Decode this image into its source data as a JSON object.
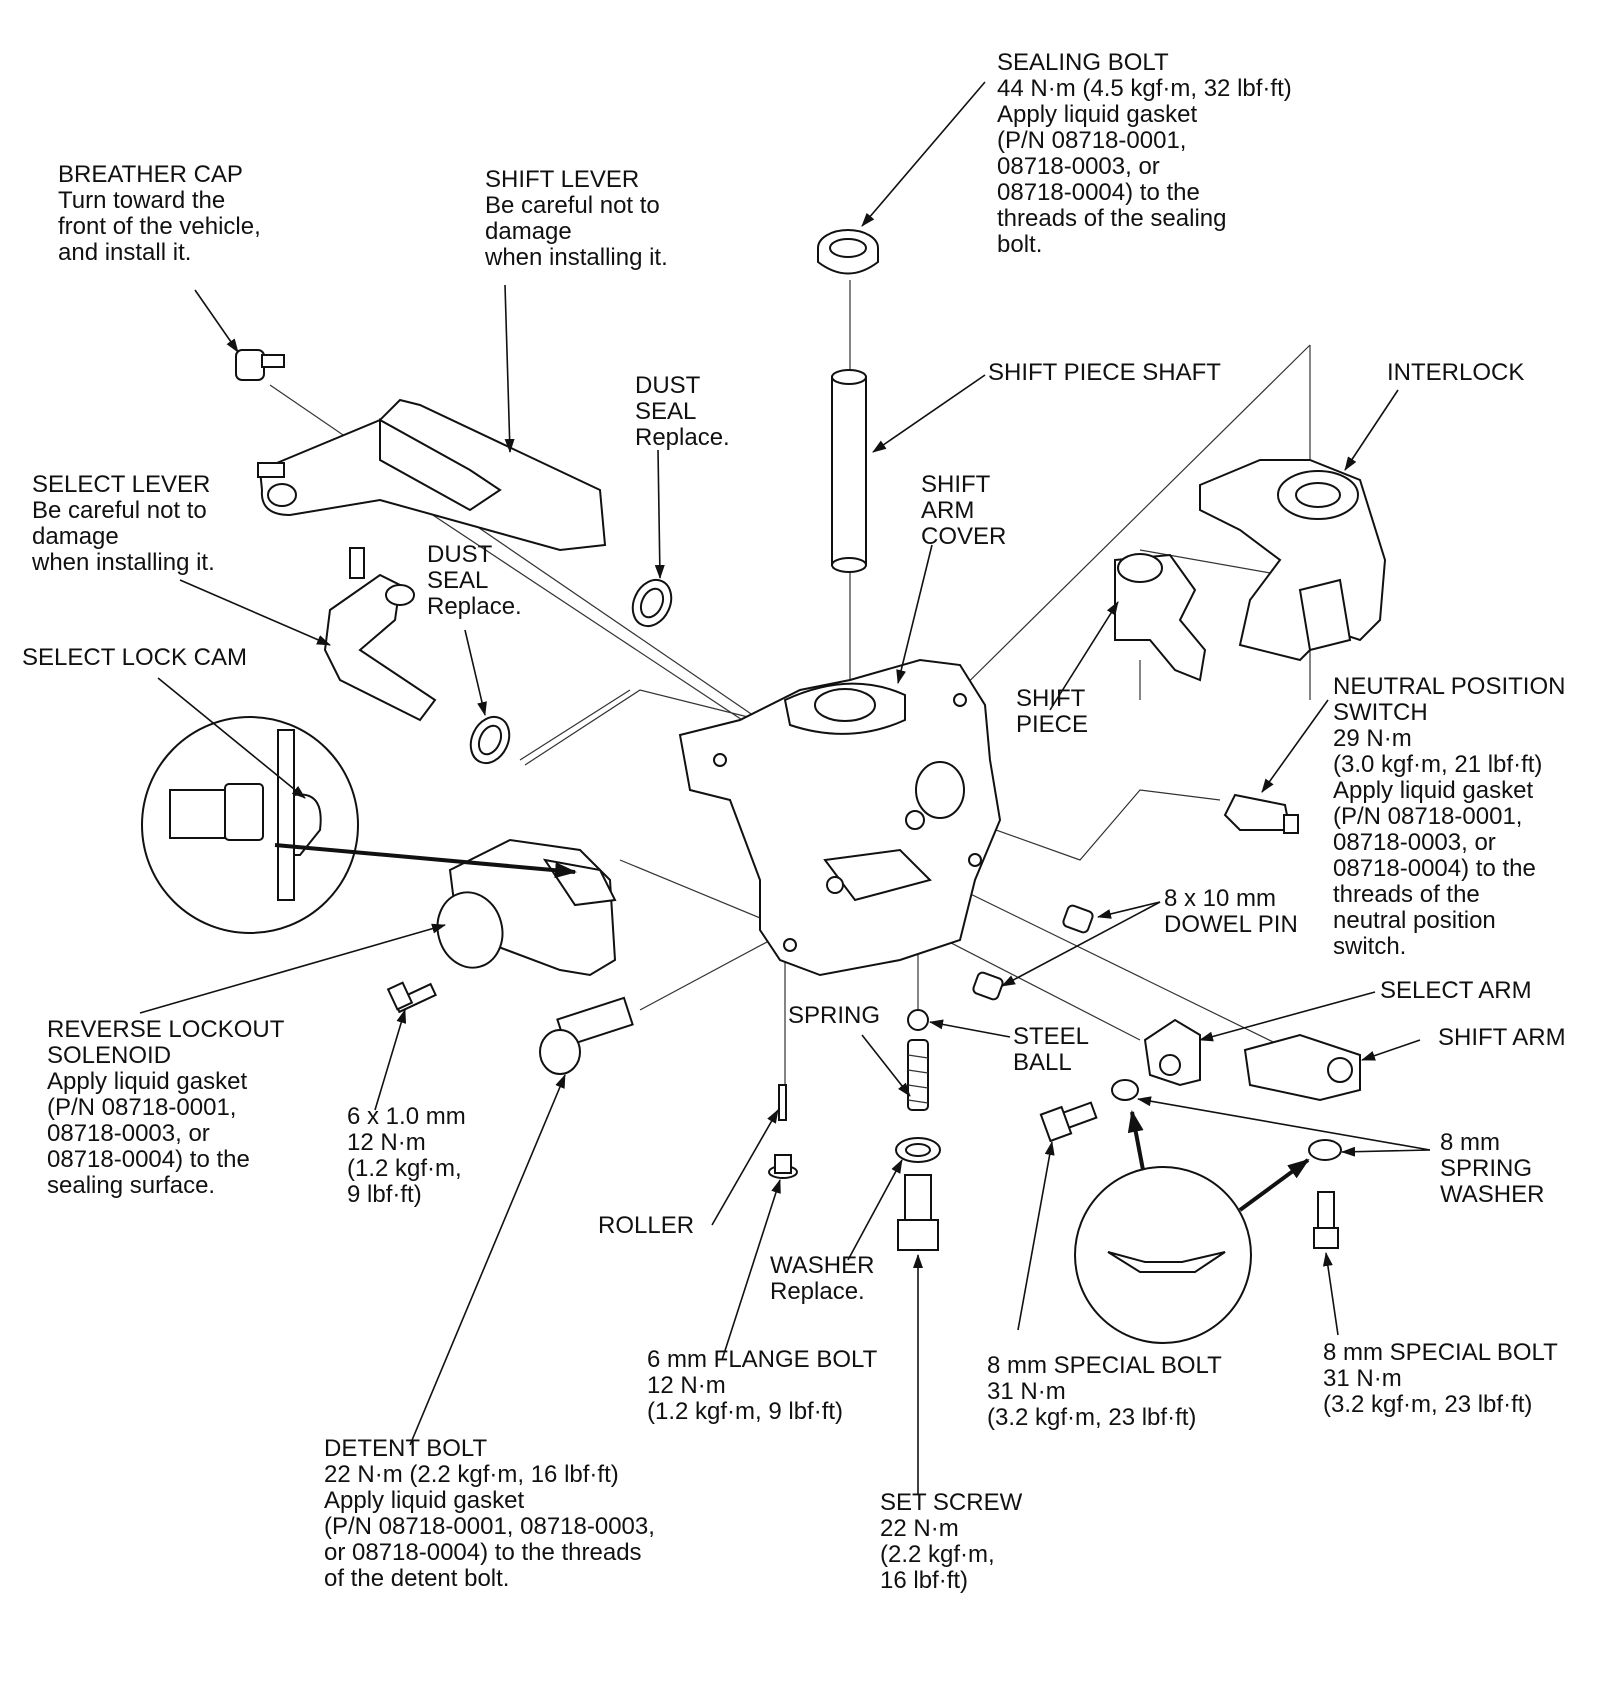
{
  "labels": {
    "sealing_bolt": [
      "SEALING BOLT",
      "44 N·m (4.5 kgf·m, 32 lbf·ft)",
      "Apply liquid gasket",
      "(P/N 08718-0001,",
      "08718-0003, or",
      "08718-0004) to the",
      "threads of the sealing",
      "bolt."
    ],
    "breather_cap": [
      "BREATHER CAP",
      "Turn toward the",
      "front of the vehicle,",
      " and install it."
    ],
    "shift_lever": [
      "SHIFT LEVER",
      "Be careful not to",
      "damage",
      "when installing it."
    ],
    "shift_piece_shaft": [
      "SHIFT PIECE SHAFT"
    ],
    "interlock": [
      "INTERLOCK"
    ],
    "dust_seal_1": [
      "DUST",
      "SEAL",
      "Replace."
    ],
    "select_lever": [
      "SELECT LEVER",
      "Be careful not to",
      "damage",
      "when installing it."
    ],
    "shift_arm_cover": [
      "SHIFT",
      "ARM",
      "COVER"
    ],
    "dust_seal_2": [
      "DUST",
      "SEAL",
      "Replace."
    ],
    "select_lock_cam": [
      "SELECT LOCK CAM"
    ],
    "shift_piece": [
      "SHIFT",
      "PIECE"
    ],
    "neutral_position_switch": [
      "NEUTRAL POSITION",
      "SWITCH",
      "29 N·m",
      "(3.0 kgf·m, 21 lbf·ft)",
      "Apply liquid gasket",
      "(P/N 08718-0001,",
      "08718-0003, or",
      "08718-0004) to the",
      "threads of the",
      "neutral position",
      "switch."
    ],
    "dowel_pin": [
      "8 x 10 mm",
      "DOWEL PIN"
    ],
    "select_arm": [
      "SELECT ARM"
    ],
    "shift_arm": [
      "SHIFT ARM"
    ],
    "spring": [
      "SPRING"
    ],
    "steel_ball": [
      "STEEL",
      "BALL"
    ],
    "reverse_lockout_solenoid": [
      "REVERSE LOCKOUT",
      "SOLENOID",
      "Apply liquid gasket",
      "(P/N 08718-0001,",
      "08718-0003, or",
      "08718-0004) to the",
      "sealing surface."
    ],
    "bolt_6x1": [
      "6 x 1.0 mm",
      "12 N·m",
      "(1.2 kgf·m,",
      "9 lbf·ft)"
    ],
    "spring_washer": [
      "8 mm",
      "SPRING",
      "WASHER"
    ],
    "roller": [
      "ROLLER"
    ],
    "washer": [
      "WASHER",
      "Replace."
    ],
    "flange_bolt": [
      "6 mm FLANGE BOLT",
      "12 N·m",
      "(1.2 kgf·m, 9 lbf·ft)"
    ],
    "special_bolt_1": [
      "8 mm SPECIAL BOLT",
      "31 N·m",
      "(3.2 kgf·m, 23 lbf·ft)"
    ],
    "special_bolt_2": [
      "8 mm SPECIAL BOLT",
      "31 N·m",
      "(3.2 kgf·m, 23 lbf·ft)"
    ],
    "detent_bolt": [
      "DETENT BOLT",
      "22 N·m (2.2 kgf·m, 16 lbf·ft)",
      "Apply liquid gasket",
      "(P/N 08718-0001, 08718-0003,",
      "or 08718-0004) to the threads",
      "of the detent bolt."
    ],
    "set_screw": [
      "SET SCREW",
      "22 N·m",
      "(2.2 kgf·m,",
      "16 lbf·ft)"
    ]
  }
}
